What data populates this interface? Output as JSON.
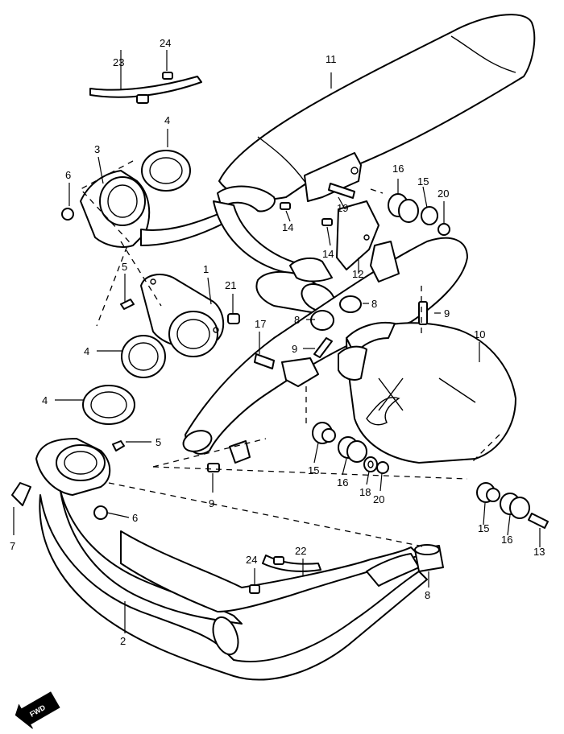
{
  "diagram": {
    "callouts": {
      "c1": "1",
      "c2": "2",
      "c3": "3",
      "c4a": "4",
      "c4b": "4",
      "c4c": "4",
      "c5a": "5",
      "c5b": "5",
      "c6a": "6",
      "c6b": "6",
      "c7": "7",
      "c8a": "8",
      "c8b": "8",
      "c8c": "8",
      "c9a": "9",
      "c9b": "9",
      "c9c": "9",
      "c10": "10",
      "c11": "11",
      "c12": "12",
      "c13": "13",
      "c14a": "14",
      "c14b": "14",
      "c15a": "15",
      "c15b": "15",
      "c15c": "15",
      "c16a": "16",
      "c16b": "16",
      "c16c": "16",
      "c17": "17",
      "c18": "18",
      "c19": "19",
      "c20a": "20",
      "c20b": "20",
      "c21": "21",
      "c22": "22",
      "c23": "23",
      "c24a": "24",
      "c24b": "24"
    },
    "fwd_label": "FWD"
  }
}
